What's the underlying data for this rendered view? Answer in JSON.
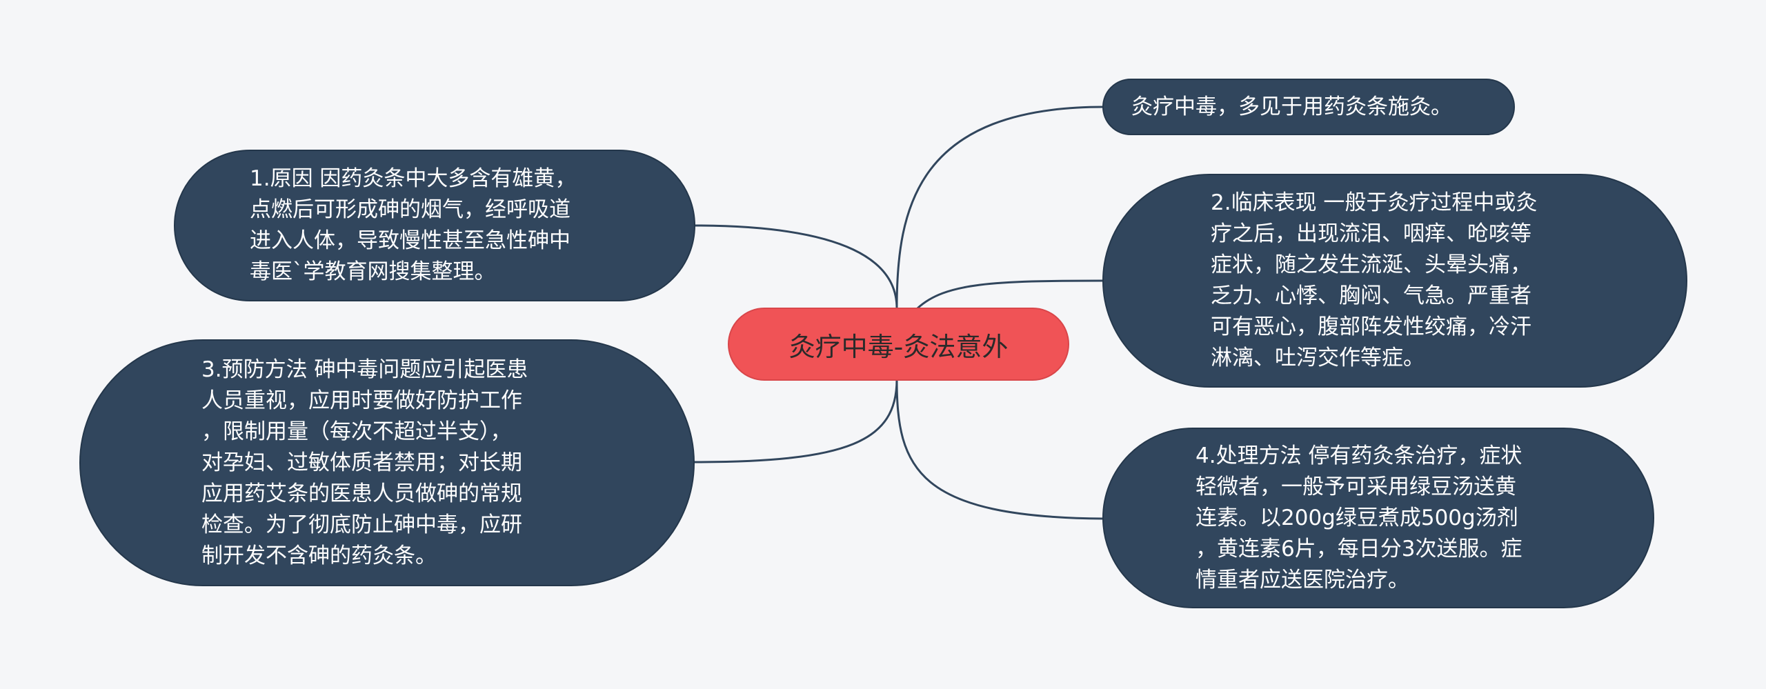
{
  "colors": {
    "background": "#f5f6f8",
    "node_fill": "#31465d",
    "node_text": "#ffffff",
    "center_fill": "#f05356",
    "center_text": "#2a2a2a",
    "link": "#31465d"
  },
  "center": {
    "label": "灸疗中毒-灸法意外"
  },
  "nodes": {
    "cause": "1.原因 因药灸条中大多含有雄黄，\n点燃后可形成砷的烟气，经呼吸道\n进入人体，导致慢性甚至急性砷中\n毒医`学教育网搜集整理。",
    "prevention": "3.预防方法 砷中毒问题应引起医患\n人员重视，应用时要做好防护工作\n，限制用量（每次不超过半支），\n对孕妇、过敏体质者禁用；对长期\n应用药艾条的医患人员做砷的常规\n检查。为了彻底防止砷中毒，应研\n制开发不含砷的药灸条。",
    "summary": "灸疗中毒，多见于用药灸条施灸。",
    "clinical": "2.临床表现 一般于灸疗过程中或灸\n疗之后，出现流泪、咽痒、呛咳等\n症状，随之发生流涎、头晕头痛，\n乏力、心悸、胸闷、气急。严重者\n可有恶心，腹部阵发性绞痛，冷汗\n淋漓、吐泻交作等症。",
    "treatment": "4.处理方法 停有药灸条治疗，症状\n轻微者，一般予可采用绿豆汤送黄\n连素。以200g绿豆煮成500g汤剂\n，黄连素6片，每日分3次送服。症\n情重者应送医院治疗。"
  }
}
